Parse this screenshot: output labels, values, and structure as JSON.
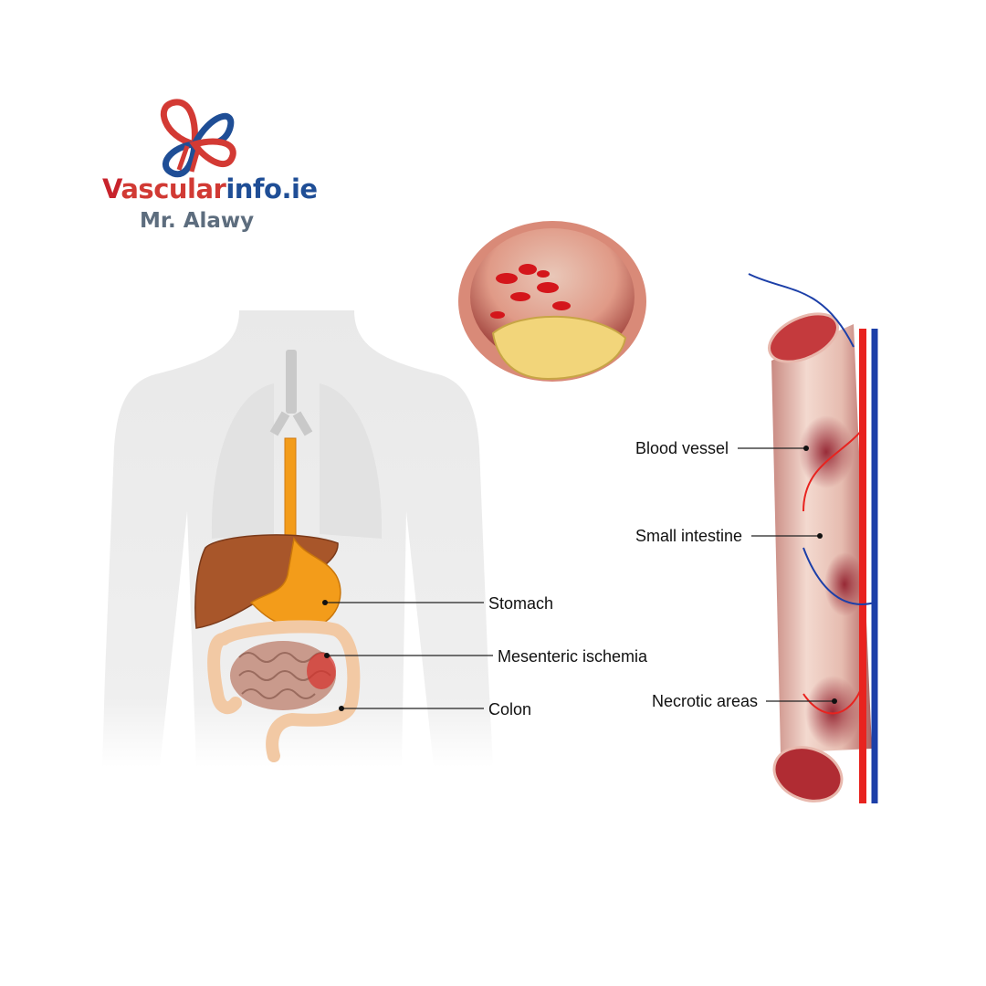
{
  "brand": {
    "name_part1": "V",
    "name_part2": "ascular",
    "name_part3": "info.ie",
    "subtitle": "Mr. Alawy",
    "colors": {
      "red": "#d13a34",
      "blue": "#1f4e96",
      "gray": "#5d6d7e"
    }
  },
  "torso_labels": {
    "stomach": "Stomach",
    "mesenteric_ischemia": "Mesenteric ischemia",
    "colon": "Colon"
  },
  "intestine_labels": {
    "blood_vessel": "Blood vessel",
    "small_intestine": "Small intestine",
    "necrotic_areas": "Necrotic areas"
  },
  "colors": {
    "artery": "#e8231f",
    "vein": "#1c3fa8",
    "liver": "#a8562a",
    "stomach": "#f39c1a",
    "intestine": "#c99a8c",
    "plaque": "#f2d57a"
  }
}
